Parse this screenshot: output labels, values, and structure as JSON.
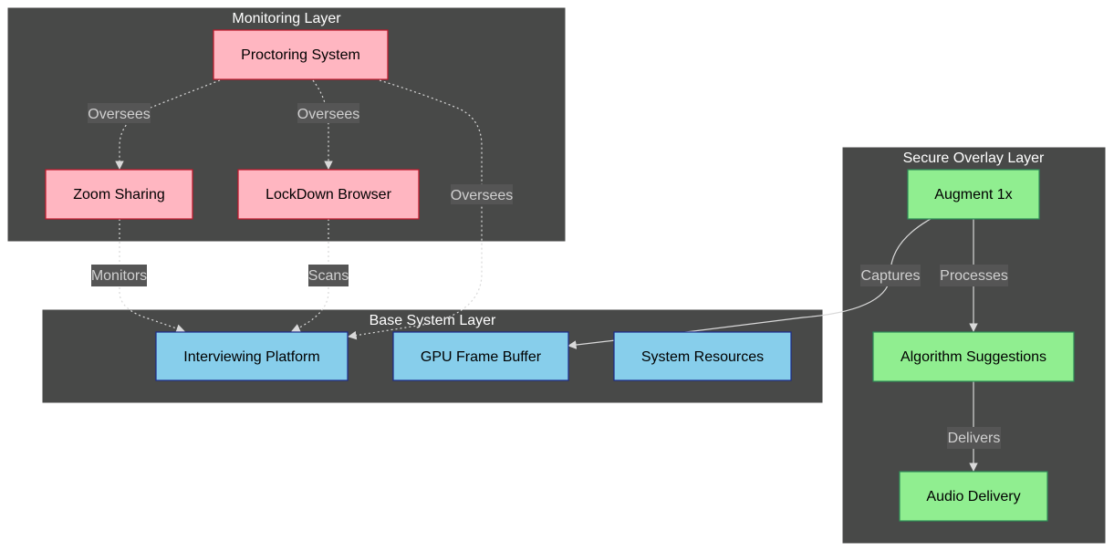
{
  "clusters": {
    "monitoring": "Monitoring Layer",
    "base": "Base System Layer",
    "overlay": "Secure Overlay Layer"
  },
  "nodes": {
    "proctoring": "Proctoring System",
    "zoom": "Zoom Sharing",
    "lockdown": "LockDown Browser",
    "interviewing": "Interviewing Platform",
    "gpu": "GPU Frame Buffer",
    "resources": "System Resources",
    "augment": "Augment 1x",
    "algorithm": "Algorithm Suggestions",
    "audio": "Audio Delivery"
  },
  "edges": {
    "oversees_zoom": "Oversees",
    "oversees_lockdown": "Oversees",
    "oversees_interviewing": "Oversees",
    "monitors": "Monitors",
    "scans": "Scans",
    "captures": "Captures",
    "processes": "Processes",
    "delivers": "Delivers"
  },
  "colors": {
    "cluster_bg": "#484948",
    "monitoring_node_fill": "#FFB6C1",
    "monitoring_node_stroke": "#C0172B",
    "base_node_fill": "#87CEEB",
    "base_node_stroke": "#1A2A8C",
    "overlay_node_fill": "#90EE90",
    "overlay_node_stroke": "#2E8B57"
  }
}
